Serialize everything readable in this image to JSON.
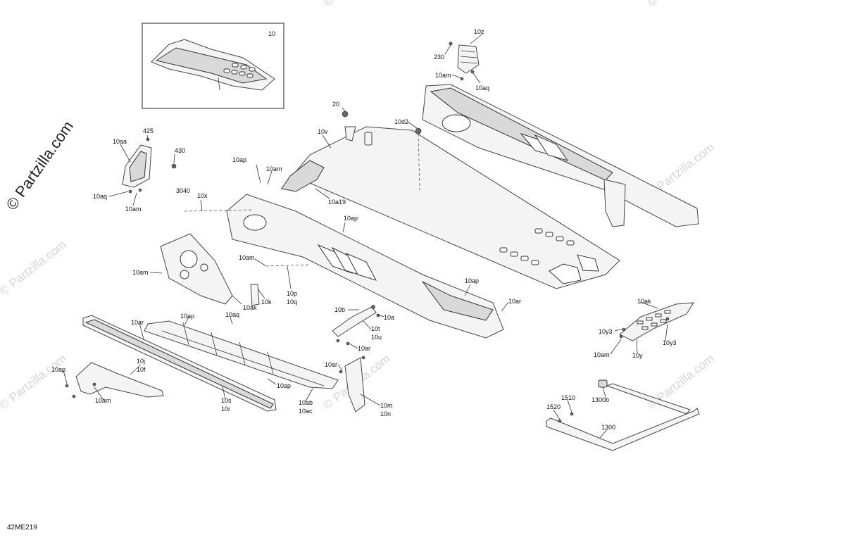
{
  "diagram": {
    "figure_id": "42ME219",
    "copyright": "© Partzilla.com",
    "watermark": "© Partzilla.com",
    "inset_label": "10",
    "callouts": {
      "c10z": "10z",
      "c230": "230",
      "c10am_a": "10am",
      "c10aq_a": "10aq",
      "c20": "20",
      "c10d2": "10d2",
      "c10v": "10v",
      "c425": "425",
      "c10aa": "10aa",
      "c430": "430",
      "c10aq_b": "10aq",
      "c10am_b": "10am",
      "c10ap_a": "10ap",
      "c10am_c": "10am",
      "c3040": "3040",
      "c10x": "10x",
      "c10a19": "10a19",
      "c10ap_b": "10ap",
      "c10am_d": "10am",
      "c10am_e": "10am",
      "c10k": "10k",
      "c10ak_a": "10ak",
      "c10p": "10p",
      "c10q": "10q",
      "c10ap_c": "10ap",
      "c10ar_a": "10ar",
      "c10b": "10b",
      "c10a": "10a",
      "c10t": "10t",
      "c10u": "10u",
      "c10ar_b": "10ar",
      "c10ap_d": "10ap",
      "c10aq_c": "10aq",
      "c10ar_c": "10ar",
      "c10ak_b": "10ak",
      "c10y3_a": "10y3",
      "c10y3_b": "10y3",
      "c10am_f": "10am",
      "c10y": "10y",
      "c10ap_e": "10ap",
      "c10j": "10j",
      "c10f": "10f",
      "c10am_g": "10am",
      "c10s": "10s",
      "c10r": "10r",
      "c10ap_f": "10ap",
      "c10ar_d": "10ar",
      "c10ab": "10ab",
      "c10ac": "10ac",
      "c10m": "10m",
      "c10n": "10n",
      "c1300b": "1300b",
      "c1510": "1510",
      "c1520": "1520",
      "c1300": "1300"
    }
  }
}
